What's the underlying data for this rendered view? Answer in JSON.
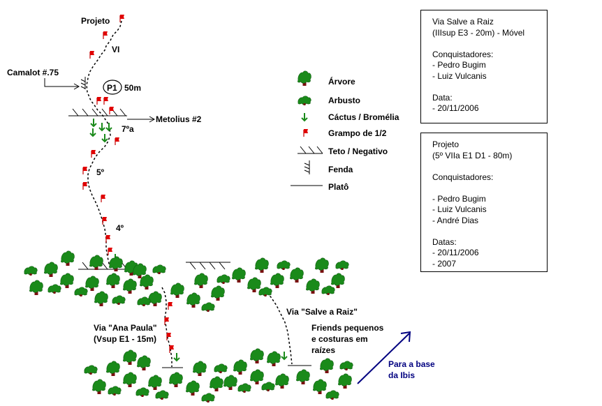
{
  "labels": {
    "projeto_top": "Projeto",
    "grade_vi": "VI",
    "camalot": "Camalot #.75",
    "p1_badge": "P1",
    "p1_length": "50m",
    "metolius": "Metolius #2",
    "grade_7a": "7ºa",
    "grade_5": "5º",
    "grade_4": "4º",
    "via_salve": "Via \"Salve a Raiz\"",
    "via_ana_1": "Via \"Ana Paula\"",
    "via_ana_2": "(Vsup E1 - 15m)",
    "friends_1": "Friends pequenos",
    "friends_2": "e costuras em",
    "friends_3": "raízes",
    "para_base_1": "Para a base",
    "para_base_2": "da Ibis"
  },
  "legend": [
    {
      "symbol": "tree-icon",
      "label": "Árvore"
    },
    {
      "symbol": "bush-icon",
      "label": "Arbusto"
    },
    {
      "symbol": "cactus-icon",
      "label": "Cáctus / Bromélia"
    },
    {
      "symbol": "bolt-icon",
      "label": "Grampo de 1/2"
    },
    {
      "symbol": "roof-icon",
      "label": "Teto / Negativo"
    },
    {
      "symbol": "crack-icon",
      "label": "Fenda"
    },
    {
      "symbol": "ledge-icon",
      "label": "Platô"
    }
  ],
  "info_boxes": [
    {
      "lines": [
        "Via Salve a Raiz",
        "(IIIsup E3 - 20m) - Móvel",
        "",
        "Conquistadores:",
        "- Pedro Bugim",
        "- Luiz Vulcanis",
        "",
        "Data:",
        "- 20/11/2006"
      ]
    },
    {
      "lines": [
        "Projeto",
        "(5º VIIa E1 D1 - 80m)",
        "",
        "Conquistadores:",
        "",
        "- Pedro Bugim",
        "- Luiz Vulcanis",
        "- André Dias",
        "",
        "Datas:",
        "- 20/11/2006",
        "- 2007"
      ]
    }
  ],
  "colors": {
    "bolt": "#e00000",
    "leaf": "#1a8a1a",
    "trunk": "#7a1010",
    "cactus": "#1a8a1a",
    "arrow_blue": "#000080"
  }
}
